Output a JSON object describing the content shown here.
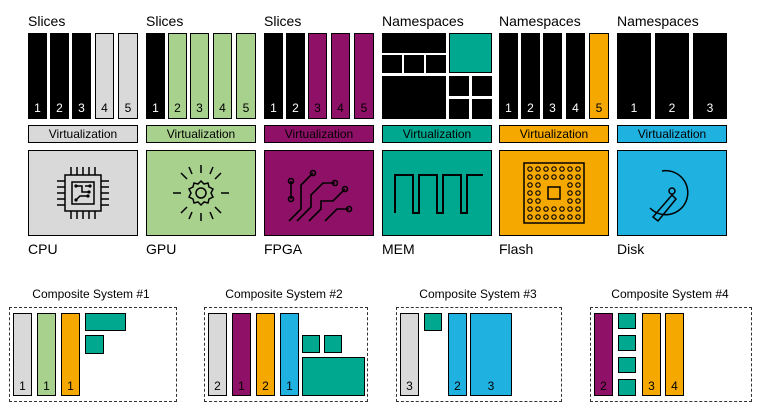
{
  "colors": {
    "cpu_gray": "#d9d9d9",
    "gpu_green": "#a9d18e",
    "fpga_purple": "#8e1167",
    "mem_teal": "#00a88f",
    "flash_orange": "#f5a800",
    "disk_blue": "#1fb1e0",
    "black": "#000000"
  },
  "columns": [
    {
      "header": "Slices",
      "virtualization": "Virtualization",
      "device": "CPU",
      "icon": "cpu-chip-icon",
      "items": [
        "1",
        "2",
        "3",
        "4",
        "5"
      ]
    },
    {
      "header": "Slices",
      "virtualization": "Virtualization",
      "device": "GPU",
      "icon": "gear-burst-icon",
      "items": [
        "1",
        "2",
        "3",
        "4",
        "5"
      ]
    },
    {
      "header": "Slices",
      "virtualization": "Virtualization",
      "device": "FPGA",
      "icon": "circuit-traces-icon",
      "items": [
        "1",
        "2",
        "3",
        "4",
        "5"
      ]
    },
    {
      "header": "Namespaces",
      "virtualization": "Virtualization",
      "device": "MEM",
      "icon": "square-wave-icon",
      "items": []
    },
    {
      "header": "Namespaces",
      "virtualization": "Virtualization",
      "device": "Flash",
      "icon": "chip-grid-icon",
      "items": [
        "1",
        "2",
        "3",
        "4",
        "5"
      ]
    },
    {
      "header": "Namespaces",
      "virtualization": "Virtualization",
      "device": "Disk",
      "icon": "hard-disk-icon",
      "items": [
        "1",
        "2",
        "3"
      ]
    }
  ],
  "composites": [
    {
      "title": "Composite System #1",
      "labels": [
        "1",
        "1",
        "1"
      ]
    },
    {
      "title": "Composite System #2",
      "labels": [
        "2",
        "1",
        "2",
        "1"
      ]
    },
    {
      "title": "Composite System #3",
      "labels": [
        "3",
        "2",
        "3"
      ]
    },
    {
      "title": "Composite System #4",
      "labels": [
        "2",
        "3",
        "4"
      ]
    }
  ]
}
